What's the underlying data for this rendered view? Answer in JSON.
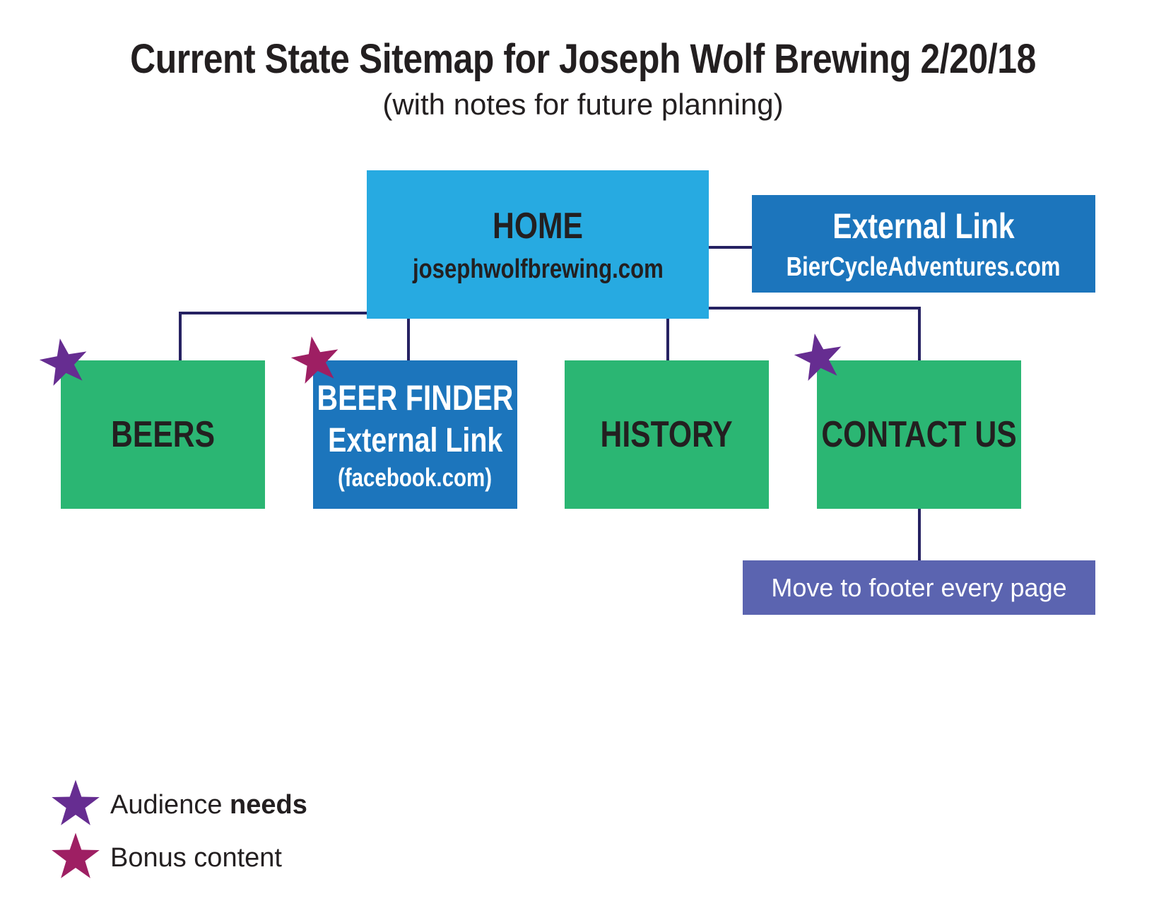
{
  "title": "Current State Sitemap for Joseph Wolf Brewing 2/20/18",
  "subtitle": "(with notes for future planning)",
  "nodes": {
    "home": {
      "label": "HOME",
      "url": "josephwolfbrewing.com"
    },
    "external_top": {
      "label": "External Link",
      "url": "BierCycleAdventures.com"
    },
    "beers": {
      "label": "BEERS"
    },
    "beer_finder": {
      "label": "BEER FINDER",
      "sub": "External Link",
      "url": "(facebook.com)"
    },
    "history": {
      "label": "HISTORY"
    },
    "contact": {
      "label": "CONTACT US"
    },
    "footer_note": {
      "label": "Move to footer every page"
    }
  },
  "legend": {
    "audience_prefix": "Audience ",
    "audience_bold": "needs",
    "bonus": "Bonus content"
  },
  "colors": {
    "green": "#2bb673",
    "home_blue": "#27aae1",
    "dark_blue": "#1c75bc",
    "note_purple": "#5b64b0",
    "audience_star": "#662d91",
    "bonus_star": "#9e1f63",
    "line": "#262262"
  },
  "icons": {
    "audience": "star-icon",
    "bonus": "star-icon"
  }
}
